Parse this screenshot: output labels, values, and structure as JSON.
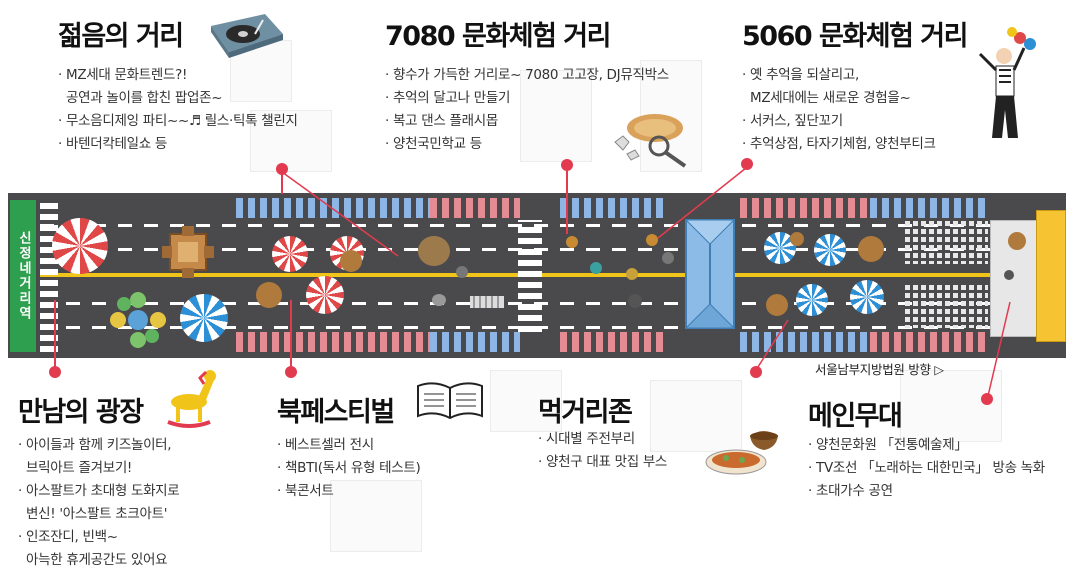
{
  "road": {
    "station_label": "신정네거리역",
    "direction_label": "서울남부지방법원 방향 ▷"
  },
  "zones": {
    "youth": {
      "title": "젊음의 거리",
      "bullets": [
        "MZ세대 문화트렌드?!\n  공연과 놀이를 합친 팝업존~",
        "무소음디제잉 파티~~♬ 릴스·틱톡 챌린지",
        "바텐더칵테일쇼 등"
      ]
    },
    "culture7080": {
      "title": "7080 문화체험 거리",
      "bullets": [
        "향수가 가득한 거리로~ 7080 고고장, DJ뮤직박스",
        "추억의 달고나 만들기",
        "복고 댄스 플래시몹",
        "양천국민학교 등"
      ]
    },
    "culture5060": {
      "title": "5060 문화체험 거리",
      "bullets": [
        "옛 추억을 되살리고,\n  MZ세대에는 새로운 경험을~",
        "서커스, 짚단꼬기",
        "추억상점, 타자기체험, 양천부티크"
      ]
    },
    "plaza": {
      "title": "만남의 광장",
      "bullets": [
        "아이들과 함께 키즈놀이터,\n  브릭아트 즐겨보기!",
        "아스팔트가 초대형 도화지로\n  변신! '아스팔트 초크아트'",
        "인조잔디, 빈백~\n  아늑한 휴게공간도 있어요"
      ]
    },
    "book": {
      "title": "북페스티벌",
      "bullets": [
        "베스트셀러 전시",
        "책BTI(독서 유형 테스트)",
        "북콘서트"
      ]
    },
    "food": {
      "title": "먹거리존",
      "bullets": [
        "시대별 주전부리",
        "양천구 대표 맛집 부스"
      ]
    },
    "stage": {
      "title": "메인무대",
      "bullets": [
        "양천문화원 「전통예술제」",
        "TV조선 「노래하는 대한민국」 방송 녹화",
        "초대가수 공연"
      ]
    }
  },
  "colors": {
    "road": "#4a4a4c",
    "centerline": "#f0c419",
    "station": "#2e9e4f",
    "pin": "#e23b4f",
    "umbrella_red": "#e04848",
    "umbrella_blue": "#2d8fd6"
  },
  "icons": [
    "turntable-icon",
    "dalgona-icon",
    "juggler-icon",
    "rocking-horse-icon",
    "open-book-icon",
    "food-bowl-icon"
  ]
}
